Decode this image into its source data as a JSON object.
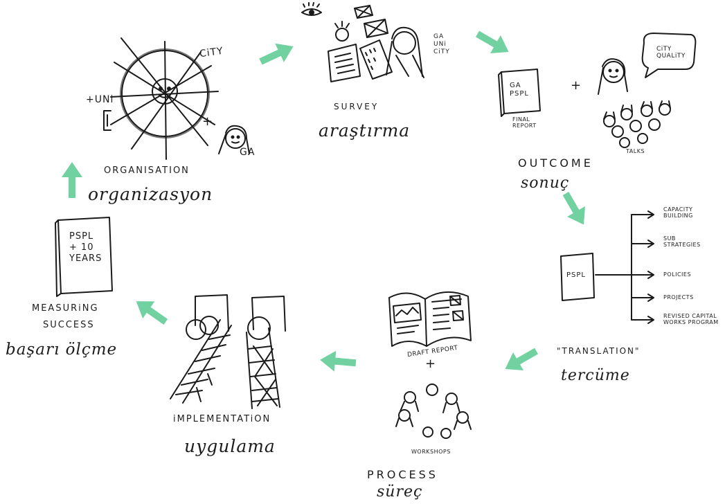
{
  "accent_color": "#72d1a0",
  "stages": {
    "organisation": {
      "label": "ORGANISATION",
      "translation": "organizasyon",
      "city": "CiTY",
      "uni": "+UNi",
      "plus": "+",
      "ga": "GA"
    },
    "survey": {
      "label": "SURVEY",
      "translation": "araştırma",
      "notes": "GA\nUNi\nCiTY"
    },
    "outcome": {
      "label": "OUTCOME",
      "translation": "sonuç",
      "doc_title": "GA\nPSPL",
      "doc_caption": "FINAL\nREPORT",
      "plus": "+",
      "bubble": "CiTY\nQUALiTY",
      "talks": "TALKS"
    },
    "translation": {
      "label": "\"TRANSLATION\"",
      "translation": "tercüme",
      "doc": "PSPL",
      "branches": [
        "CAPACITY BUILDING",
        "SUB STRATEGIES",
        "POLICIES",
        "PROJECTS",
        "REVISED CAPITAL WORKS PROGRAM"
      ]
    },
    "process": {
      "label": "PROCESS",
      "translation": "süreç",
      "draft": "DRAFT REPORT",
      "plus": "+",
      "workshops": "WORKSHOPS"
    },
    "implementation": {
      "label": "iMPLEMENTATiON",
      "translation": "uygulama"
    },
    "measuring": {
      "label1": "MEASURiNG",
      "label2": "SUCCESS",
      "translation": "başarı ölçme",
      "doc": "PSPL\n+ 10\nYEARS"
    }
  },
  "icons": [
    "eye-icon",
    "lightbulb-icon",
    "arrow-icon"
  ]
}
